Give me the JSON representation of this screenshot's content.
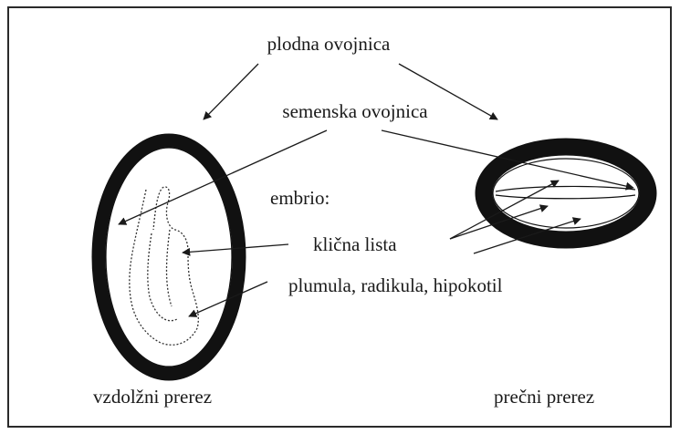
{
  "labels": {
    "pericarp": "plodna ovojnica",
    "seed_coat": "semenska ovojnica",
    "embryo": "embrio:",
    "cotyledons": "klična lista",
    "plumule_radicle_hypocotyl": "plumula, radikula, hipokotil",
    "longitudinal_section": "vzdolžni prerez",
    "cross_section": "prečni prerez"
  },
  "colors": {
    "ink": "#1a1a1a",
    "frame": "#2a2a2a",
    "background": "#ffffff"
  }
}
